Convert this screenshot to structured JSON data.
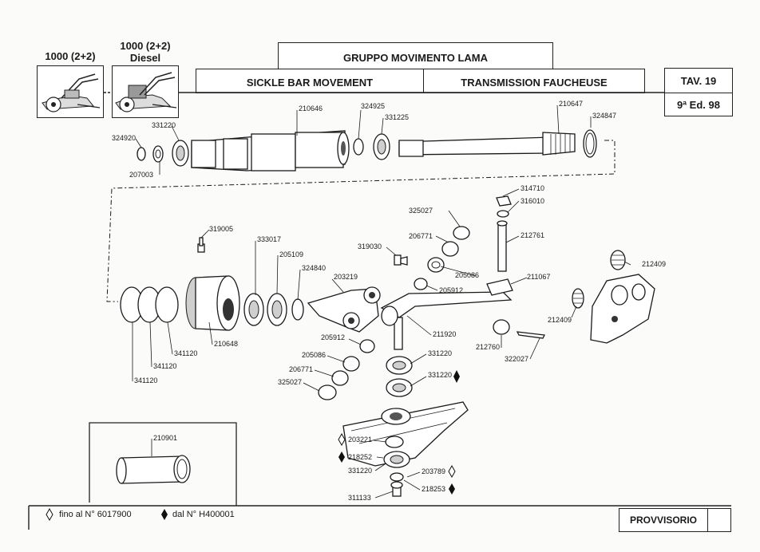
{
  "header": {
    "models": [
      {
        "label": "1000 (2+2)"
      },
      {
        "label": "1000 (2+2)\nDiesel"
      }
    ],
    "title_it": "GRUPPO MOVIMENTO LAMA",
    "title_en": "SICKLE BAR MOVEMENT",
    "title_fr": "TRANSMISSION FAUCHEUSE",
    "table": "TAV. 19",
    "edition": "9ª Ed. 98"
  },
  "parts": {
    "p210646": "210646",
    "p324925": "324925",
    "p331225": "331225",
    "p210647": "210647",
    "p324847": "324847",
    "p331220a": "331220",
    "p324920": "324920",
    "p207003": "207003",
    "p314710": "314710",
    "p316010": "316010",
    "p325027a": "325027",
    "p212761": "212761",
    "p206771a": "206771",
    "p319005": "319005",
    "p333017": "333017",
    "p319030": "319030",
    "p205109": "205109",
    "p205086a": "205086",
    "p211067": "211067",
    "p212409a": "212409",
    "p324840": "324840",
    "p203219": "203219",
    "p205912a": "205912",
    "p212409b": "212409",
    "p211920": "211920",
    "p205912b": "205912",
    "p212760": "212760",
    "p210648": "210648",
    "p331220b": "331220",
    "p341120a": "341120",
    "p205086b": "205086",
    "p322027": "322027",
    "p341120b": "341120",
    "p206771b": "206771",
    "p331220c": "331220",
    "p341120c": "341120",
    "p325027b": "325027",
    "p210901": "210901",
    "p203221": "203221",
    "p218252": "218252",
    "p331220d": "331220",
    "p203789": "203789",
    "p218253": "218253",
    "p311133": "311133"
  },
  "legend": {
    "open_label": "fino al N° 6017900",
    "filled_label": "dal N° H400001"
  },
  "footer": {
    "status": "PROVVISORIO"
  },
  "icons": {
    "open": "open-diamond-icon",
    "filled": "filled-diamond-icon"
  }
}
